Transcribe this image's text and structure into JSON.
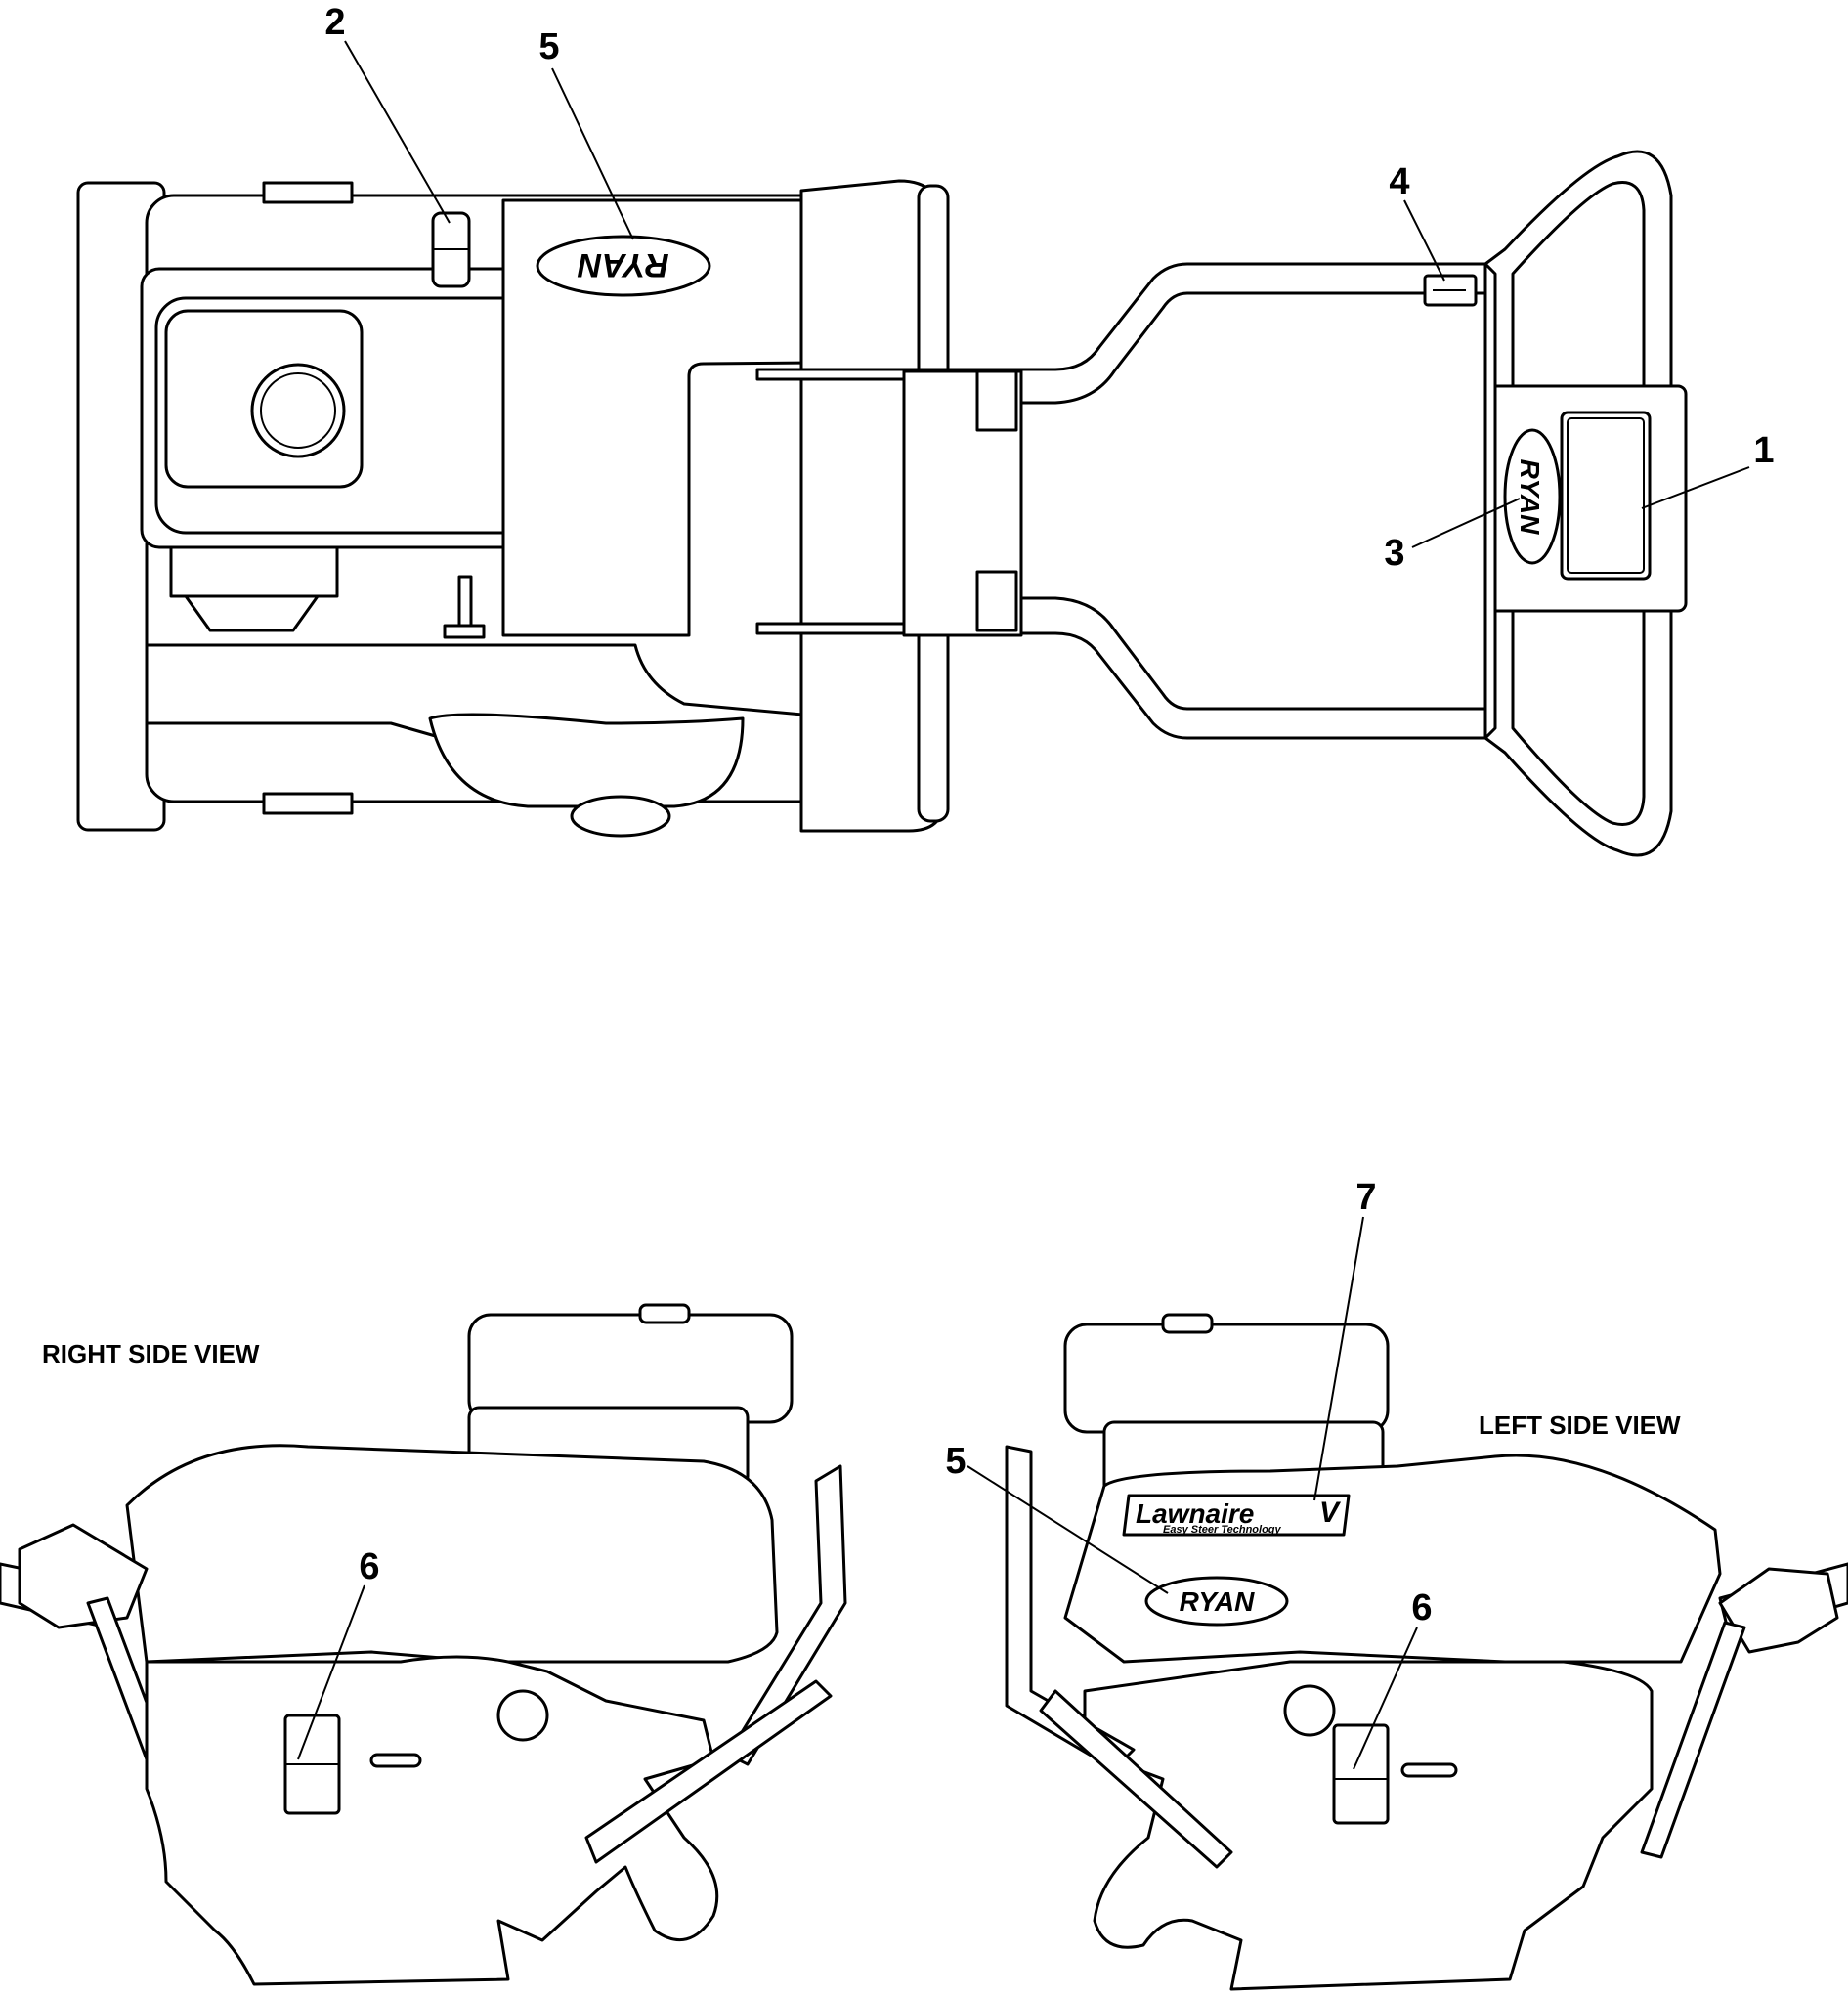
{
  "views": {
    "right_side_label": "RIGHT SIDE VIEW",
    "left_side_label": "LEFT SIDE VIEW"
  },
  "callouts": {
    "top_1": "1",
    "top_2": "2",
    "top_3": "3",
    "top_4": "4",
    "top_5": "5",
    "left_5": "5",
    "left_6": "6",
    "left_7": "7",
    "right_6": "6"
  },
  "decals": {
    "brand": "RYAN",
    "model": "Lawnaire",
    "model_suffix": "V",
    "tagline": "Easy Steer Technology"
  },
  "colors": {
    "line": "#000000",
    "background": "#ffffff"
  }
}
